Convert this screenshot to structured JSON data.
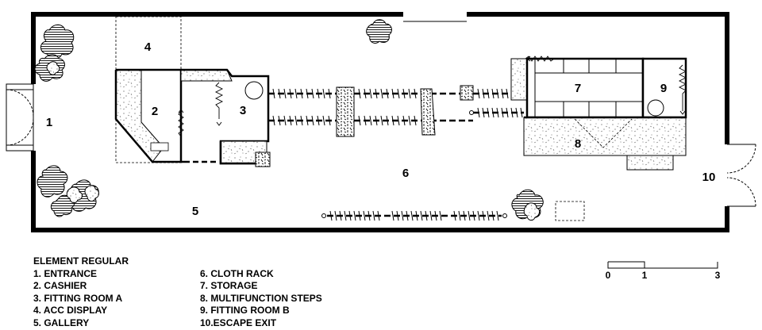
{
  "legend": {
    "title": "ELEMENT REGULAR",
    "items": [
      "1. ENTRANCE",
      "2. CASHIER",
      "3. FITTING ROOM A",
      "4. ACC DISPLAY",
      "5. GALLERY",
      "6. CLOTH RACK",
      "7. STORAGE",
      "8. MULTIFUNCTION STEPS",
      "9. FITTING ROOM B",
      "10.ESCAPE EXIT"
    ]
  },
  "labels": {
    "n1": "1",
    "n2": "2",
    "n3": "3",
    "n4": "4",
    "n5": "5",
    "n6": "6",
    "n7": "7",
    "n8": "8",
    "n9": "9",
    "n10": "10"
  },
  "scale": {
    "t0": "0",
    "t1": "1",
    "t3": "3"
  }
}
